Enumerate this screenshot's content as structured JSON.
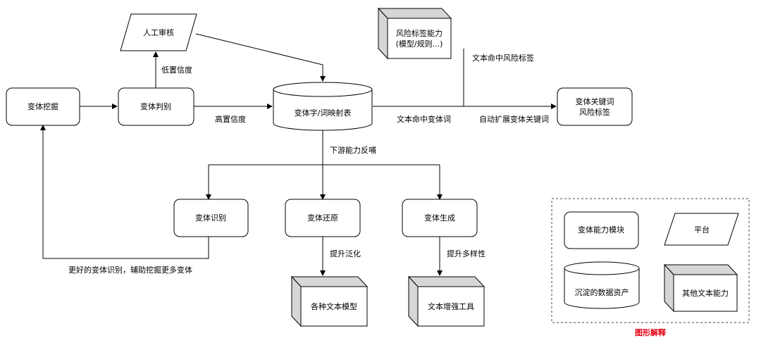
{
  "nodes": {
    "variant_mining": "变体挖掘",
    "variant_judgment": "变体判别",
    "manual_review": "人工审核",
    "mapping_table": "变体字/词映射表",
    "risk_label_capability_line1": "风险标签能力",
    "risk_label_capability_line2": "(模型/规则...)",
    "variant_keyword_line1": "变体关键词",
    "variant_keyword_line2": "风险标签",
    "variant_recognition": "变体识别",
    "variant_restoration": "变体还原",
    "variant_generation": "变体生成",
    "text_models": "各种文本模型",
    "text_augmentation_tool": "文本增强工具"
  },
  "edge_labels": {
    "low_confidence": "低置信度",
    "high_confidence": "高置信度",
    "text_hits_variant": "文本命中变体词",
    "text_hits_risk_label": "文本命中风险标签",
    "auto_expand_keywords": "自动扩展变体关键词",
    "downstream_feedback": "下游能力反哺",
    "better_recognition": "更好的变体识别，辅助挖掘更多变体",
    "improve_generalization": "提升泛化",
    "improve_diversity": "提升多样性"
  },
  "legend": {
    "title": "图形解释",
    "module": "变体能力模块",
    "platform": "平台",
    "data_asset": "沉淀的数据资产",
    "other_text_capability": "其他文本能力",
    "title_color": "#e60012"
  }
}
